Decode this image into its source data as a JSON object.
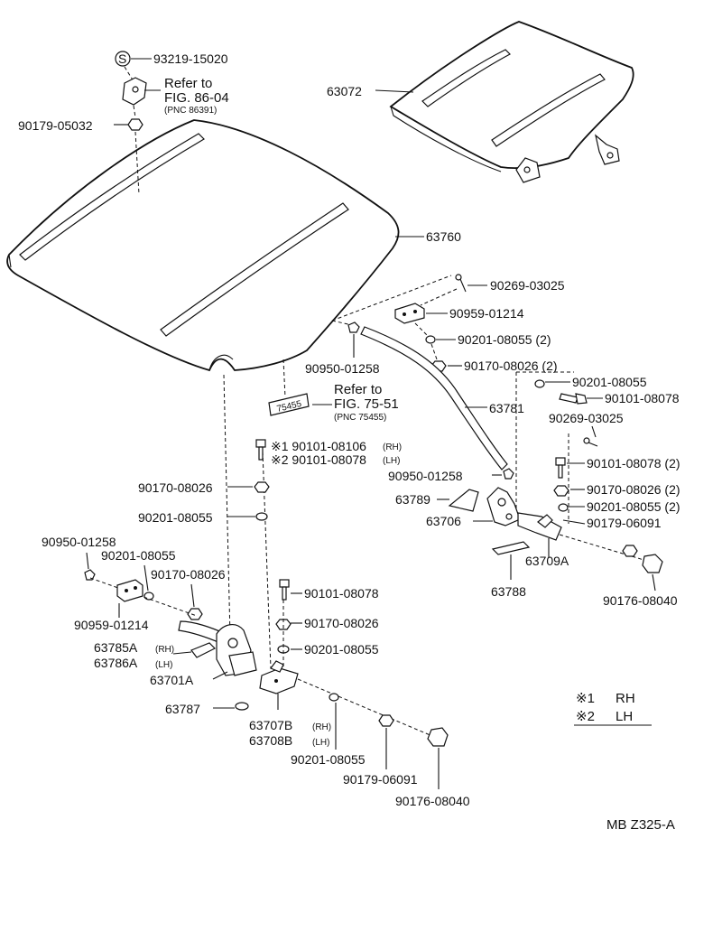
{
  "parts": {
    "p93219": "93219-15020",
    "s_mark": "S",
    "ref1_title": "Refer to",
    "ref1_fig": "FIG. 86-04",
    "ref1_pnc": "(PNC 86391)",
    "p90179_05032": "90179-05032",
    "p63072": "63072",
    "p63760": "63760",
    "p90269_a": "90269-03025",
    "p90959_a": "90959-01214",
    "p90201_a": "90201-08055 (2)",
    "p90950_a": "90950-01258",
    "p90170_a": "90170-08026 (2)",
    "ref2_title": "Refer to",
    "ref2_fig": "FIG. 75-51",
    "ref2_pnc": "(PNC 75455)",
    "p63781": "63781",
    "p90201_b": "90201-08055",
    "p90101_b": "90101-08078",
    "p90269_b": "90269-03025",
    "p90101_rh": "※1 90101-08106",
    "rh_tag": "(RH)",
    "p90101_lh": "※2 90101-08078",
    "lh_tag": "(LH)",
    "p90170_b": "90170-08026",
    "p90201_c": "90201-08055",
    "p90950_b": "90950-01258",
    "p90101_c": "90101-08078 (2)",
    "p90170_c": "90170-08026 (2)",
    "p63789": "63789",
    "p90201_d": "90201-08055 (2)",
    "p63706": "63706",
    "p90179_c": "90179-06091",
    "p90950_c": "90950-01258",
    "p90201_e": "90201-08055",
    "p90170_d": "90170-08026",
    "p63709a": "63709A",
    "p63788": "63788",
    "p90176_a": "90176-08040",
    "p90101_d": "90101-08078",
    "p90959_b": "90959-01214",
    "p90170_e": "90170-08026",
    "p63785a": "63785A",
    "rh_tag2": "(RH)",
    "p63786a": "63786A",
    "lh_tag2": "(LH)",
    "p90201_f": "90201-08055",
    "p63701a": "63701A",
    "p63787": "63787",
    "p63707b": "63707B",
    "rh_tag3": "(RH)",
    "p63708b": "63708B",
    "lh_tag3": "(LH)",
    "p90201_g": "90201-08055",
    "p90179_d": "90179-06091",
    "p90176_b": "90176-08040",
    "p75455_plate": "75455"
  },
  "legend": {
    "rh_mark": "※1",
    "rh_text": "RH",
    "lh_mark": "※2",
    "lh_text": "LH"
  },
  "diagram_code": "MB Z325-A"
}
